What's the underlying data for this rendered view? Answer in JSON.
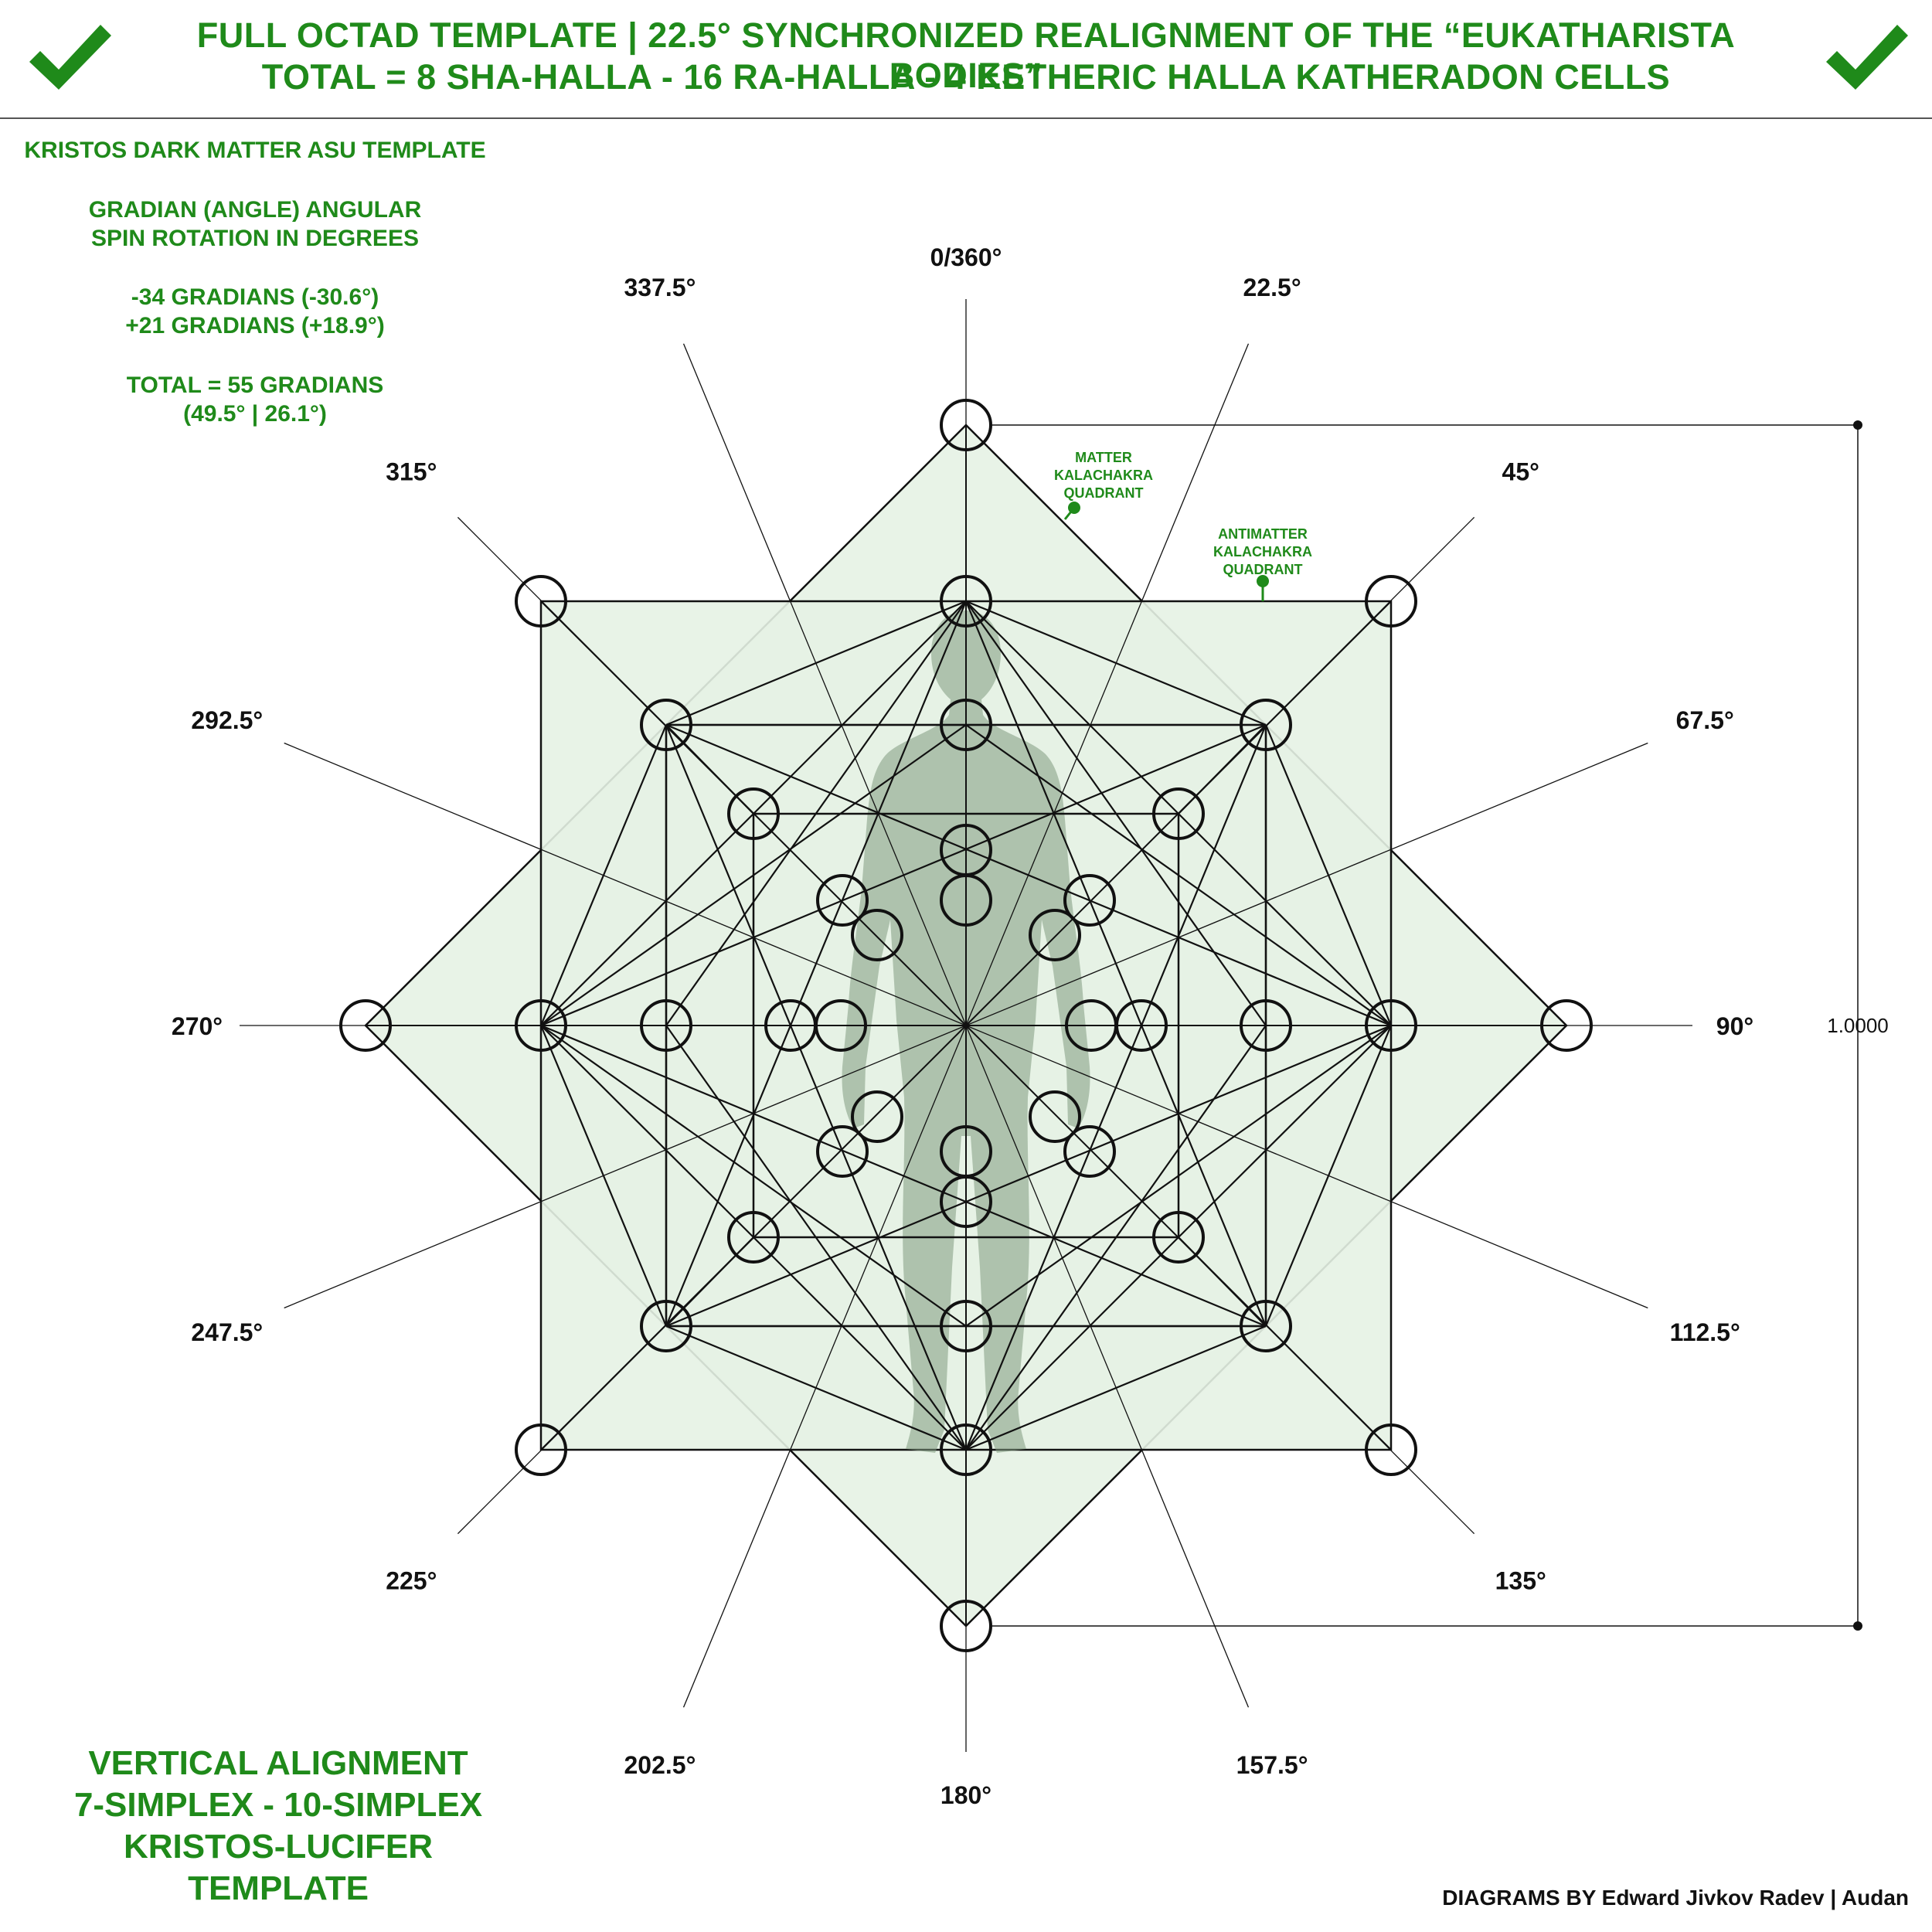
{
  "header": {
    "title_line1": "FULL OCTAD TEMPLATE | 22.5° SYNCHRONIZED REALIGNMENT OF THE “EUKATHARISTA BODIES”",
    "title_line2": "TOTAL = 8 SHA-HALLA - 16 RA-HALLA - 4 KETHERIC HALLA KATHERADON CELLS",
    "check_icon": "checkmark-icon"
  },
  "left_notes": {
    "template_name": "KRISTOS DARK MATTER ASU TEMPLATE",
    "gradian_line1": "GRADIAN (ANGLE) ANGULAR",
    "gradian_line2": "SPIN ROTATION IN DEGREES",
    "spin_neg": "-34 GRADIANS (-30.6°)",
    "spin_pos": "+21 GRADIANS (+18.9°)",
    "total_line1": "TOTAL = 55 GRADIANS",
    "total_line2": "(49.5° | 26.1°)"
  },
  "angles": [
    "0/360°",
    "22.5°",
    "45°",
    "67.5°",
    "90°",
    "112.5°",
    "135°",
    "157.5°",
    "180°",
    "202.5°",
    "225°",
    "247.5°",
    "270°",
    "292.5°",
    "315°",
    "337.5°"
  ],
  "annotations": {
    "matter": [
      "MATTER",
      "KALACHAKRA",
      "QUADRANT"
    ],
    "antimatter": [
      "ANTIMATTER",
      "KALACHAKRA",
      "QUADRANT"
    ],
    "dimension": "1.0000"
  },
  "bottom_notes": {
    "line1": "VERTICAL ALIGNMENT",
    "line2": "7-SIMPLEX - 10-SIMPLEX",
    "line3": "KRISTOS-LUCIFER TEMPLATE"
  },
  "credit": "DIAGRAMS BY Edward Jivkov Radev | Audan",
  "colors": {
    "accent_green": "#1f8a1a",
    "fill_green": "#e6f2e4",
    "line": "#111111",
    "figure": "#7f9a80"
  }
}
